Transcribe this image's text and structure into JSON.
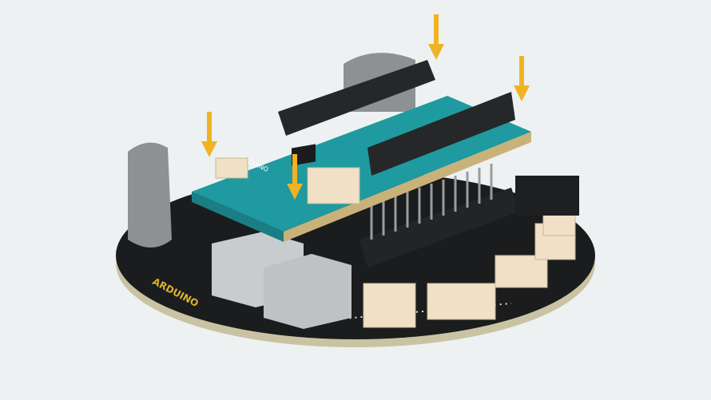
{
  "scene": {
    "background": "#edf1f1",
    "board_color": "#1b1c1d",
    "board_edge_color": "#c9c3a4",
    "pcb_color": "#1e9aa0",
    "arrow_color": "#f0b323",
    "connector_color": "#efe0c6",
    "relay_color": "#c9ccce",
    "logo_text": "ARDUINO",
    "module_label": "ARDUINO",
    "arrow_count": 4
  }
}
